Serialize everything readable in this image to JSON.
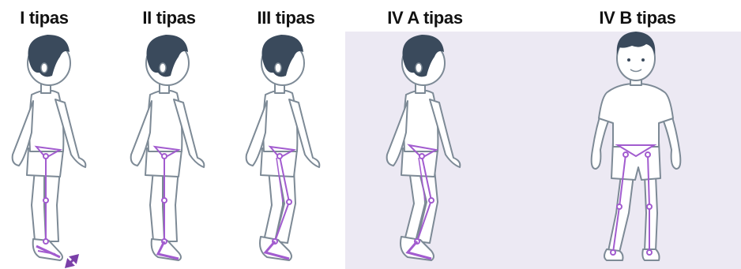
{
  "figures": [
    {
      "label": "I tipas",
      "view": "side",
      "highlight": "foot",
      "rotate_arrow": true
    },
    {
      "label": "II tipas",
      "view": "side",
      "highlight": "foot-ankle",
      "rotate_arrow": false
    },
    {
      "label": "III tipas",
      "view": "side",
      "highlight": "knee",
      "rotate_arrow": false
    },
    {
      "label": "IV A tipas",
      "view": "side",
      "highlight": "hip",
      "rotate_arrow": false
    },
    {
      "label": "IV B tipas",
      "view": "front",
      "highlight": "hip",
      "rotate_arrow": false
    }
  ],
  "colors": {
    "panel_background": "#ece9f3",
    "hair": "#3a4a5c",
    "outline": "#7d8a96",
    "skeleton": "#a25ccf",
    "arrow": "#7a3fa8",
    "label_text": "#111111"
  }
}
